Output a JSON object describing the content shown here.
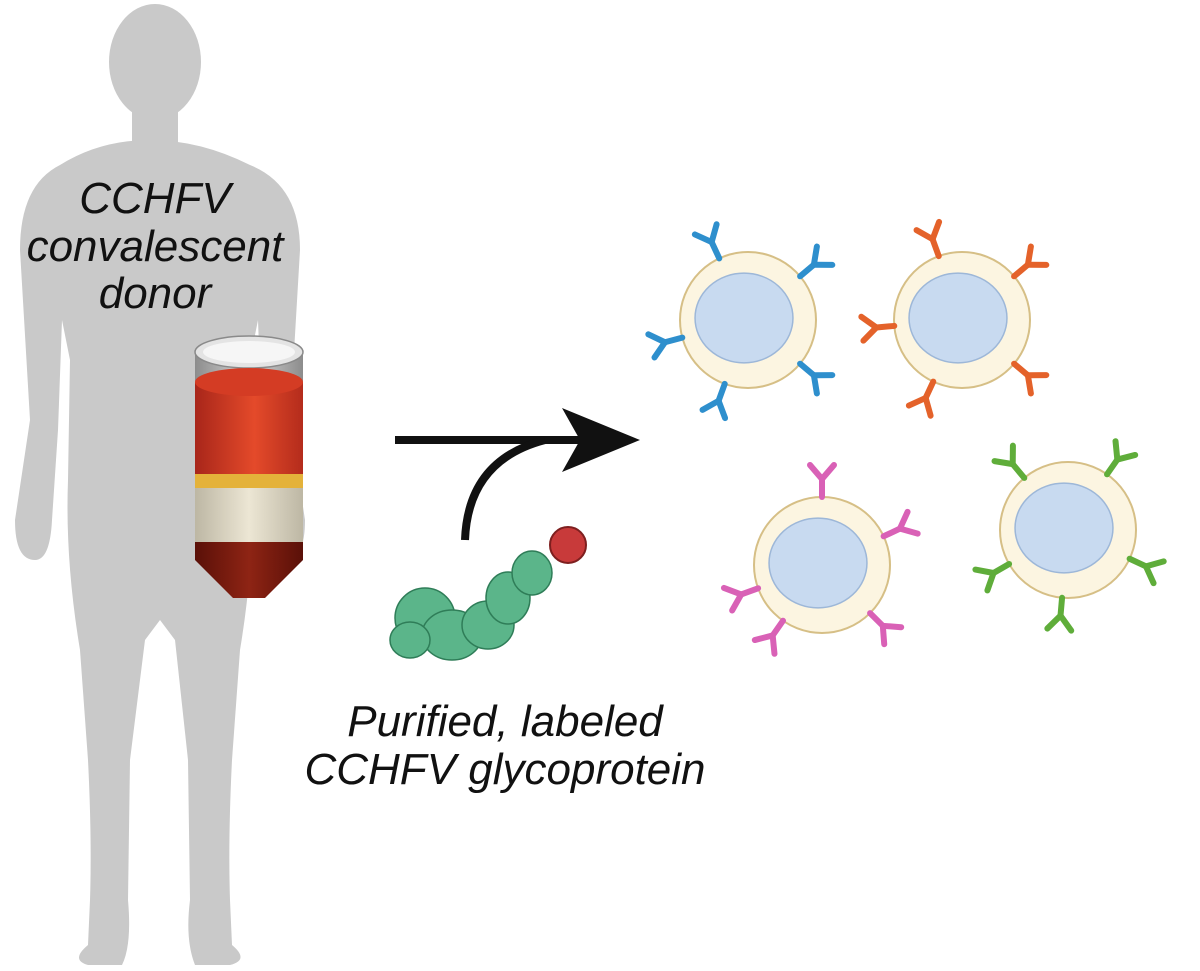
{
  "donor_label": {
    "line1": "CCHFV",
    "line2": "convalescent",
    "line3": "donor"
  },
  "glycoprotein_label": {
    "line1": "Purified, labeled",
    "line2": "CCHFV glycoprotein"
  },
  "colors": {
    "silhouette": "#c9c9c9",
    "arrow": "#111111",
    "tube_red": "#d84527",
    "tube_buffy": "#e4b23a",
    "tube_plasma": "#e4ddc9",
    "tube_bottom": "#7a1a10",
    "protein": "#5bb58a",
    "protein_label": "#c83a3a",
    "cell_body": "#fcf5e1",
    "cell_nucleus": "#c8daf0",
    "antibody_blue": "#2e8fcd",
    "antibody_orange": "#e4622a",
    "antibody_pink": "#d961b6",
    "antibody_green": "#5fad3a"
  }
}
